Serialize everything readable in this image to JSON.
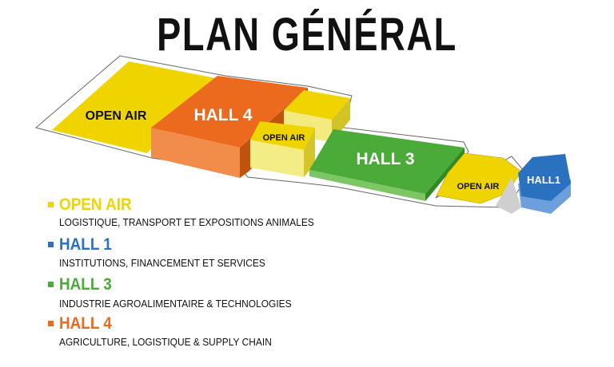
{
  "title": "PLAN GÉNÉRAL",
  "colors": {
    "open_air": "#f0d400",
    "hall1": "#2a72c0",
    "hall3": "#4aab38",
    "hall4": "#ec6a1e"
  },
  "map": {
    "open_air_large": "OPEN AIR",
    "hall4": "HALL 4",
    "open_air_middle": "OPEN AIR",
    "hall3": "HALL 3",
    "open_air_right": "OPEN AIR",
    "hall1": "HALL1"
  },
  "legend": [
    {
      "title": "OPEN AIR",
      "desc": "LOGISTIQUE, TRANSPORT ET EXPOSITIONS ANIMALES",
      "color": "#f0d400"
    },
    {
      "title": "HALL 1",
      "desc": "INSTITUTIONS, FINANCEMENT ET SERVICES",
      "color": "#2a72c0"
    },
    {
      "title": "HALL 3",
      "desc": "INDUSTRIE AGROALIMENTAIRE & TECHNOLOGIES",
      "color": "#4aab38"
    },
    {
      "title": "HALL 4",
      "desc": "AGRICULTURE, LOGISTIQUE & SUPPLY CHAIN",
      "color": "#ec6a1e"
    }
  ]
}
